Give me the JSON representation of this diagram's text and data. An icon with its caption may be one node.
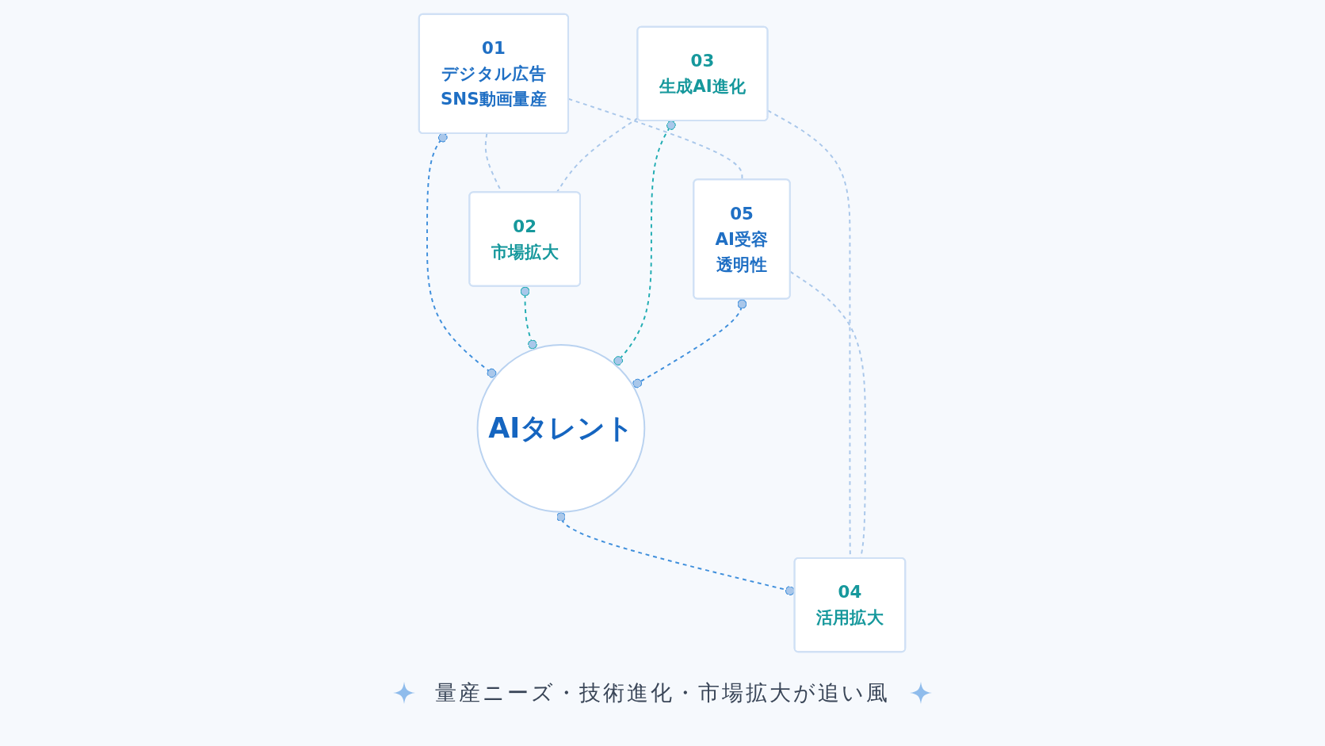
{
  "diagram": {
    "caption": "量産ニーズ・技術進化・市場拡大が追い風",
    "nodes": [
      {
        "text": [
          "AIタレント"
        ]
      },
      {
        "text": [
          "01",
          "デジタル広告",
          "SNS動画量産"
        ]
      },
      {
        "text": [
          "02",
          "市場拡大"
        ]
      },
      {
        "text": [
          "03",
          "生成AI進化"
        ]
      },
      {
        "text": [
          "04",
          "活用拡大"
        ]
      },
      {
        "text": [
          "05",
          "AI受容",
          "透明性"
        ]
      }
    ],
    "edges": [
      {
        "from": 1,
        "to": 0,
        "arrow": "other",
        "style": "dashed",
        "color": "#3f8fdc"
      },
      {
        "from": 2,
        "to": 0,
        "arrow": "other",
        "style": "dashed",
        "color": "#22adb3"
      },
      {
        "from": 3,
        "to": 0,
        "arrow": "other",
        "style": "dashed",
        "color": "#22adb3"
      },
      {
        "from": 0,
        "to": 4,
        "arrow": "other",
        "style": "dashed",
        "color": "#3f8fdc"
      },
      {
        "from": 5,
        "to": 0,
        "arrow": "other",
        "style": "dashed",
        "color": "#3f8fdc"
      },
      {
        "from": 1,
        "to": 2,
        "arrow": "none",
        "style": "dashed"
      },
      {
        "from": 3,
        "to": 2,
        "arrow": "none",
        "style": "dashed"
      },
      {
        "from": 3,
        "to": 4,
        "arrow": "none",
        "style": "dashed"
      },
      {
        "from": 5,
        "to": 4,
        "arrow": "none",
        "style": "dashed"
      },
      {
        "from": 1,
        "to": 5,
        "arrow": "none",
        "style": "dashed"
      }
    ]
  }
}
